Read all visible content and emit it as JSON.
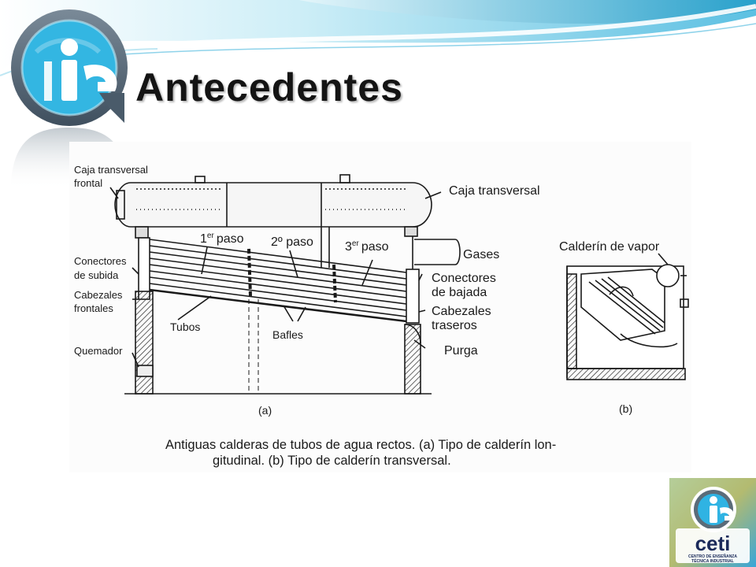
{
  "slide": {
    "title": "Antecedentes",
    "colors": {
      "swoosh_light": "#bfe7f3",
      "swoosh_mid": "#6ec6e3",
      "swoosh_dark": "#2a9fc8",
      "logo_ring": "#5a6f80",
      "logo_fill": "#2cb3e0",
      "ceti_blue": "#1b2a5a",
      "ceti_yellow": "#f6d23a"
    }
  },
  "figure": {
    "labels": {
      "caja_frontal_1": "Caja transversal",
      "caja_frontal_2": "frontal",
      "caja_transversal": "Caja transversal",
      "paso1": "1",
      "paso1_sup": "er",
      "paso1_word": "paso",
      "paso2": "2º paso",
      "paso3": "3",
      "paso3_sup": "er",
      "paso3_word": "paso",
      "gases": "Gases",
      "conectores_subida_1": "Conectores",
      "conectores_subida_2": "de subida",
      "cabezales_frontales_1": "Cabezales",
      "cabezales_frontales_2": "frontales",
      "tubos": "Tubos",
      "bafles": "Bafles",
      "conectores_bajada_1": "Conectores",
      "conectores_bajada_2": "de bajada",
      "cabezales_traseros_1": "Cabezales",
      "cabezales_traseros_2": "traseros",
      "purga": "Purga",
      "quemador": "Quemador",
      "calderin_vapor": "Calderín de vapor",
      "sub_a": "(a)",
      "sub_b": "(b)"
    },
    "caption": {
      "line1": "Antiguas calderas de tubos de agua rectos. (a) Tipo de calderín lon-",
      "line2": "gitudinal. (b) Tipo de calderín transversal."
    }
  },
  "footer_logo": {
    "name": "ceti",
    "subtitle_1": "CENTRO DE ENSEÑANZA",
    "subtitle_2": "TÉCNICA INDUSTRIAL"
  }
}
